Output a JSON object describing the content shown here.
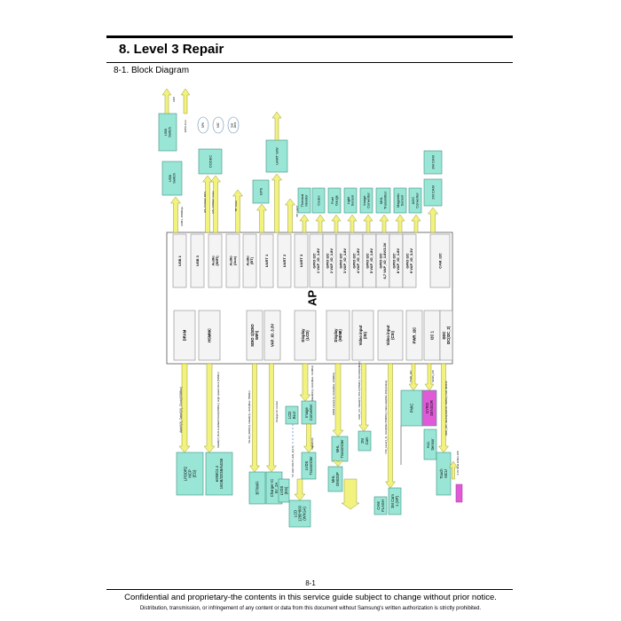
{
  "header": {
    "title": "8.  Level  3  Repair",
    "subtitle": "8-1.  Block  Diagram"
  },
  "ap": {
    "label": "AP"
  },
  "ap_top_ports": [
    {
      "label": "USB 1"
    },
    {
      "label": "USB 3"
    },
    {
      "label": "Audio (WIFI)"
    },
    {
      "label": "Audio (Aux)"
    },
    {
      "label": "Audio (BT)"
    },
    {
      "label": "UART 1"
    },
    {
      "label": "UART 2"
    },
    {
      "label": "UART 3"
    },
    {
      "label": "GPIO I2C 1 VAP_IO_1.8V"
    },
    {
      "label": "GPIO I2C 2 VAP_IO_1.8V"
    },
    {
      "label": "GPIO I2C 3 VAP_IO_1.8V"
    },
    {
      "label": "GPIO I2C 4 VAP_IO_1.8V"
    },
    {
      "label": "GPIO I2C 5 VAP_IO_1.8V"
    },
    {
      "label": "GPIO I2C 6,7 VAP_IO_1.8V/3.3V"
    },
    {
      "label": "GPIO I2C 8 VAP_IO_1.8V"
    },
    {
      "label": "GPIO I2C 9 VAP_IO_3.3V"
    },
    {
      "label": "CAM_I2C"
    }
  ],
  "ap_bottom_ports": [
    {
      "label": "DRAM"
    },
    {
      "label": "HSMMC"
    },
    {
      "label": "SDIO 1(SDIO WIFI)"
    },
    {
      "label": "VAP_IO_3.3V"
    },
    {
      "label": "Display (LCD)"
    },
    {
      "label": "Display (HDMI)"
    },
    {
      "label": "Video input (ISI)"
    },
    {
      "label": "Video input (CSI)"
    },
    {
      "label": "PWR_I2C"
    },
    {
      "label": "I2C 1"
    },
    {
      "label": "DDC I2C(I2C_2)"
    }
  ],
  "top_chips": [
    {
      "label": "USB Switch"
    },
    {
      "label": "USB Switch"
    },
    {
      "label": "CODEC"
    },
    {
      "label": "UART S/W"
    },
    {
      "label": "GPS"
    },
    {
      "label": "Thermal Monitor"
    },
    {
      "label": "Codec"
    },
    {
      "label": "Fuel Gauge"
    },
    {
      "label": "Light Sensor"
    },
    {
      "label": "Image Converter"
    },
    {
      "label": "MHL Transmitter"
    },
    {
      "label": "Magnetic Sensor"
    },
    {
      "label": "ADC Converter"
    },
    {
      "label": "3M CAM"
    },
    {
      "label": "2M CAM"
    }
  ],
  "round_parts": [
    {
      "label": "SPK"
    },
    {
      "label": "MIC"
    },
    {
      "label": "Ear Jack"
    }
  ],
  "bottom_chips": [
    {
      "label": "LPDDR2 MCP (EG)"
    },
    {
      "label": "eMMC4.4 16GB/32GB/64GB"
    },
    {
      "label": "BT/WiFi"
    },
    {
      "label": "Charger IC 5V_2A"
    },
    {
      "label": "LCD BLU"
    },
    {
      "label": "Image Converter"
    },
    {
      "label": "LVDS Transmitter"
    },
    {
      "label": "MHL Transmitter"
    },
    {
      "label": "MHL DMOSP"
    },
    {
      "label": "2M Cam"
    },
    {
      "label": "CAM FLASH"
    },
    {
      "label": "3M Cam 1 (SP)"
    },
    {
      "label": "PMIC"
    },
    {
      "label": "GYRO SENSOR"
    },
    {
      "label": "Acc. Sensor"
    },
    {
      "label": "Touch MCU"
    },
    {
      "label": "LCD 1280*800 (WXGA)"
    },
    {
      "label": "LVDS (EG)"
    }
  ],
  "signals": [
    {
      "label": "ADC"
    },
    {
      "label": "30Pin Con."
    },
    {
      "label": "USB1, 480Mbps"
    },
    {
      "label": "I2S, CODEC MP3"
    },
    {
      "label": "I2S, CODEC Voice"
    },
    {
      "label": "BT Voice"
    },
    {
      "label": "BT UART"
    },
    {
      "label": "AddrX(X), DataX(X), Clock(X00Mhz)"
    },
    {
      "label": "Data0(7), Boot & default Clock(26MHz), High speed clock (52Mhz)"
    },
    {
      "label": "WLAN_SDIO(1), Data0(3), clock(Max. 50Mhz)"
    },
    {
      "label": "Charger IC control"
    },
    {
      "label": "Data0(23), clock(Max. 133Mhz)"
    },
    {
      "label": "HDMI Lane(3:2), clock(Max. 160Mhz)"
    },
    {
      "label": "CMF_XX, Data0(7), PCLK(70Mhz), M.CAM(XMHz)"
    },
    {
      "label": "CSI_Lane(1_2), clock(Max.500Mhz), Data rate(Max.1Gbps/lane)"
    },
    {
      "label": "PWR_I2C"
    },
    {
      "label": "SENS_I2C"
    },
    {
      "label": "DDC_I2C, device(Addr:0x 16Mhz), Fast 400Khz"
    },
    {
      "label": "5V LED VOUT, LED_K(1:6)"
    },
    {
      "label": "Data0(23)"
    },
    {
      "label": "3.3V level shifter x1B"
    }
  ],
  "footer": {
    "page_number": "8-1",
    "line1": "Confidential and proprietary-the contents in this service guide subject to change without prior notice.",
    "line2": "Distribution, transmission, or infringement of any content or data from this document without Samsung's written authorization is strictly prohibited."
  },
  "colors": {
    "chip_fill": "#99e6d6",
    "chip_stroke": "#3f8f80",
    "arrow_fill": "#f2f27e",
    "arrow_stroke": "#9a9a3a",
    "ap_fill": "#ffffff",
    "port_fill": "#f4f4f4",
    "accent_magenta": "#e05ad8"
  }
}
